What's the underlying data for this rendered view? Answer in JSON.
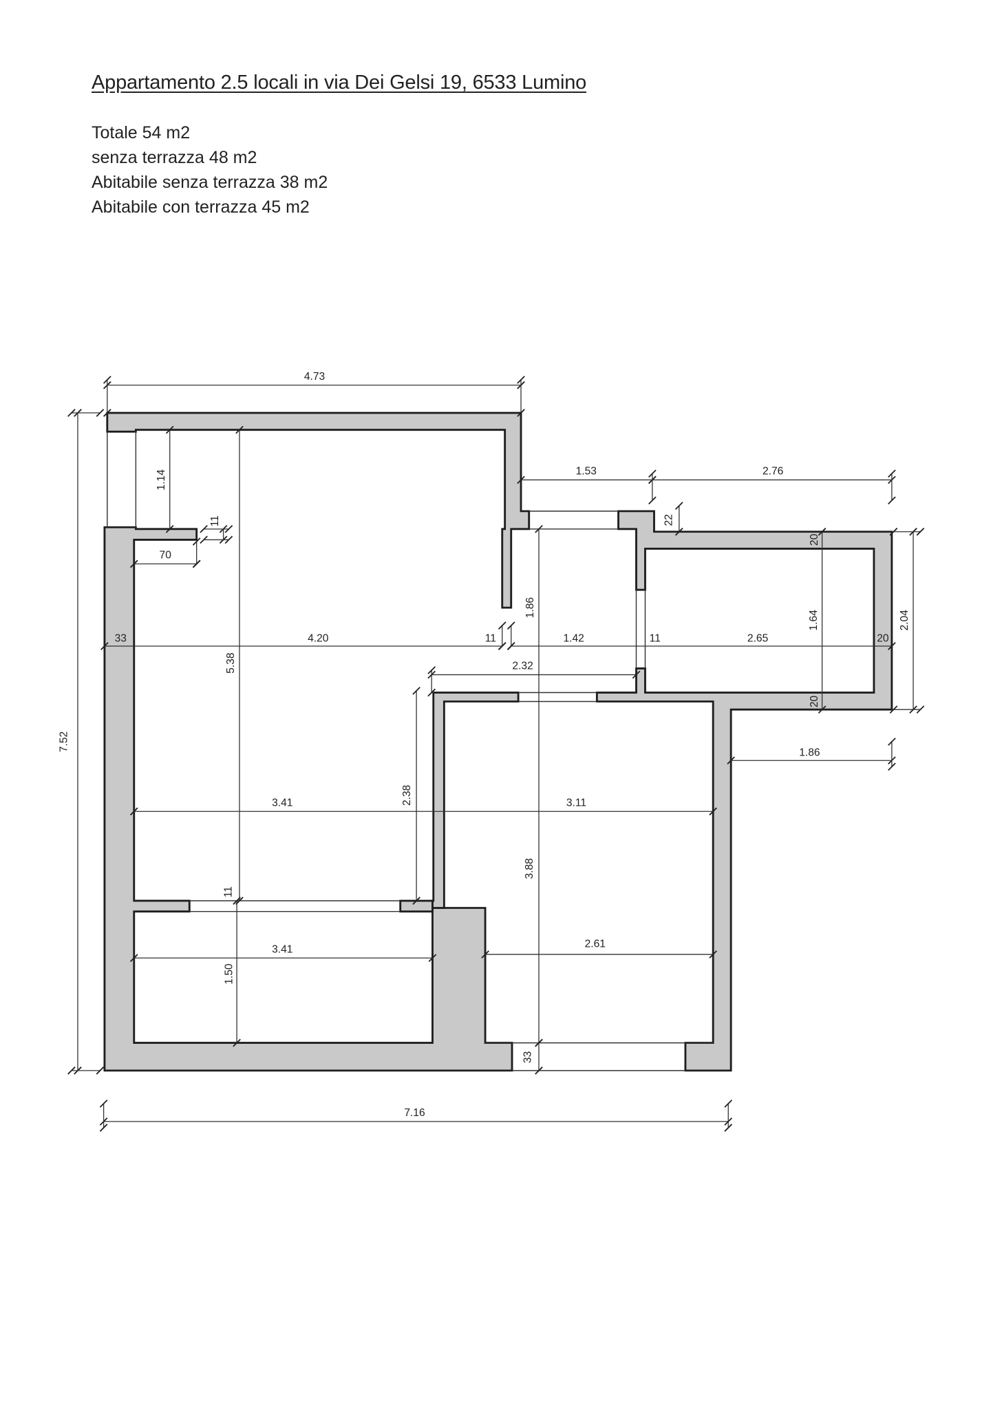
{
  "title": "Appartamento 2.5 locali in via Dei Gelsi 19, 6533 Lumino",
  "areas": [
    "Totale 54 m2",
    "senza terrazza 48 m2",
    "Abitabile senza terrazza 38 m2",
    "Abitabile con terrazza  45 m2"
  ],
  "colors": {
    "wall_fill": "#c9c9c9",
    "line": "#1e1e1e"
  },
  "dimensions": {
    "top_width": "4.73",
    "total_height": "7.52",
    "total_width": "7.16",
    "d_1_53": "1.53",
    "d_2_76": "2.76",
    "d_1_14": "1.14",
    "d_11_stub": "11",
    "d_70": "70",
    "d_5_38": "5.38",
    "d_33_left": "33",
    "d_4_20": "4.20",
    "d_11_a": "11",
    "d_1_86_v": "1.86",
    "d_1_42": "1.42",
    "d_11_b": "11",
    "d_2_65": "2.65",
    "d_20_right": "20",
    "d_2_04": "2.04",
    "d_1_64": "1.64",
    "d_20_top": "20",
    "d_20_bottom": "20",
    "d_22": "22",
    "d_2_32": "2.32",
    "d_1_86_h": "1.86",
    "d_3_41_a": "3.41",
    "d_2_38": "2.38",
    "d_3_11": "3.11",
    "d_3_88": "3.88",
    "d_11_bath": "11",
    "d_3_41_b": "3.41",
    "d_1_50": "1.50",
    "d_2_61": "2.61",
    "d_33_bottom": "33"
  }
}
